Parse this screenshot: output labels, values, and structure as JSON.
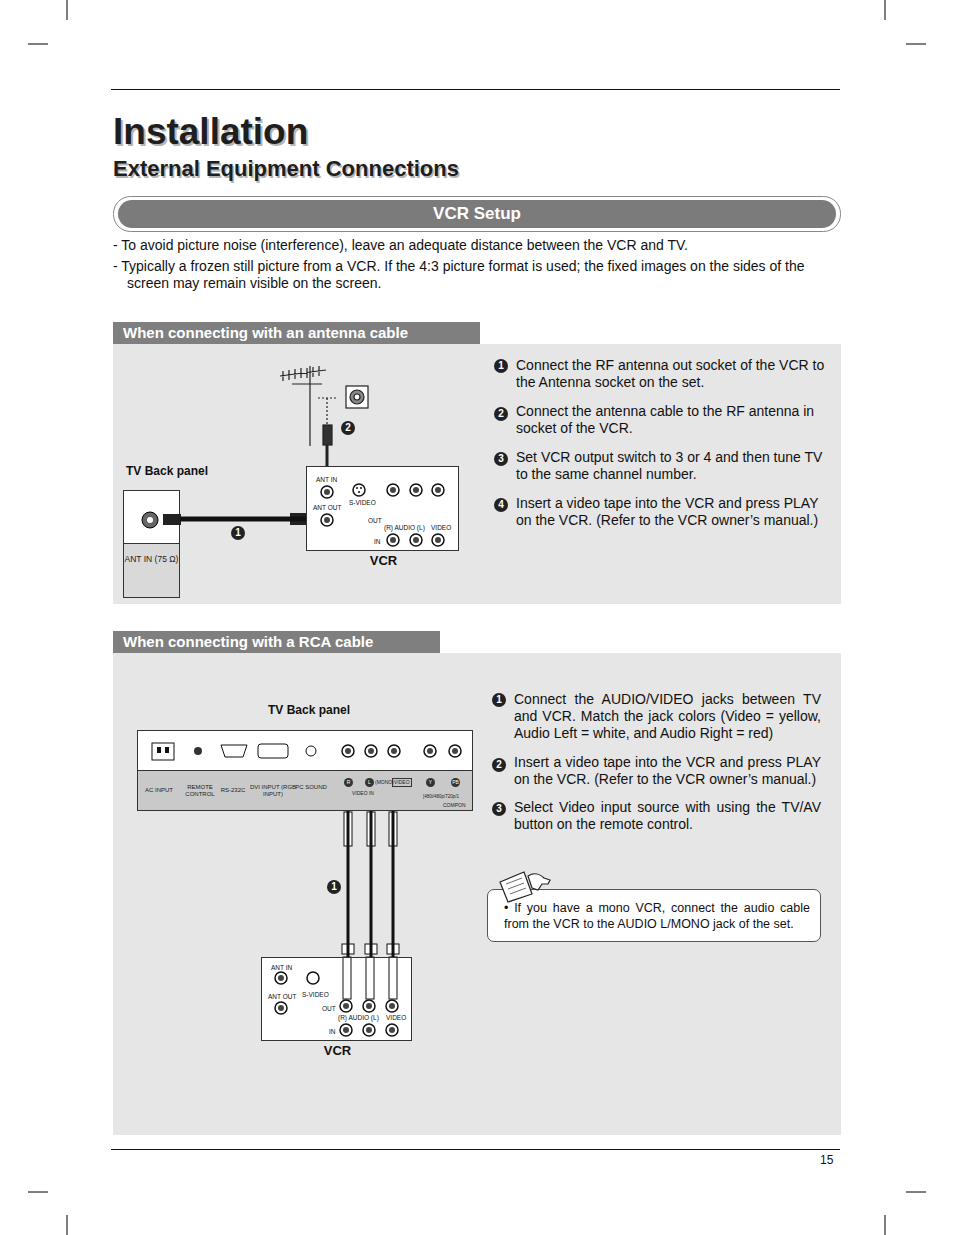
{
  "diagram": {
    "title": "Installation",
    "nodes": [
      {
        "text": [
          "VCR Setup"
        ]
      },
      {
        "text": [
          "When connecting with an antenna cable"
        ]
      },
      {
        "text": [
          "ANT IN (75 Ω)"
        ],
        "in": 1
      },
      {
        "text": [
          "ANT IN",
          "S-VIDEO",
          "ANT OUT",
          "OUT",
          "(R) AUDIO (L)",
          "VIDEO",
          "IN",
          "VCR"
        ],
        "in": 1
      },
      {
        "text": [
          "When connecting with a RCA cable"
        ]
      },
      {
        "text": [
          "AC INPUT",
          "REMOTE CONTROL",
          "RS-232C",
          "DVI INPUT (RGB INPUT)",
          "PC SOUND",
          "R",
          "L",
          "(MONO)",
          "VIDEO",
          "VIDEO IN",
          "Y",
          "PB",
          "[480i/480p/720p/1",
          "COMPON"
        ],
        "in": 4
      },
      {
        "text": [
          "ANT IN",
          "S-VIDEO",
          "ANT OUT",
          "OUT",
          "(R) AUDIO (L)",
          "VIDEO",
          "IN",
          "VCR"
        ],
        "in": 4
      },
      {
        "text": [
          "• If you have a mono VCR, connect the audio cable from the VCR to the AUDIO L/MONO jack of the set."
        ],
        "in": 4
      }
    ],
    "edges": [
      {
        "from": 2,
        "to": 3,
        "arrow": "none"
      },
      {
        "from": 5,
        "to": 6,
        "arrow": "none"
      },
      {
        "from": 5,
        "to": 6,
        "arrow": "none"
      },
      {
        "from": 5,
        "to": 6,
        "arrow": "none"
      }
    ],
    "labels": [
      "External Equipment Connections",
      "- To avoid picture noise (interference), leave an adequate distance between the VCR and TV.",
      "- Typically a frozen still picture from a VCR. If the 4:3 picture format is used; the fixed images on the sides of the screen may remain visible on the screen.",
      "TV Back panel",
      "2",
      "1",
      "1",
      "Connect the RF antenna out socket of the VCR to the Antenna socket on the set.",
      "2",
      "Connect the antenna cable to the RF antenna in socket of the VCR.",
      "3",
      "Set VCR output switch to 3 or 4 and then tune TV to the same channel number.",
      "4",
      "Insert a video tape into the VCR and press PLAY on the VCR. (Refer to the VCR owner’s manual.)",
      "TV Back panel",
      "1",
      "1",
      "Connect the AUDIO/VIDEO jacks between TV and VCR. Match the jack colors (Video = yellow, Audio Left = white, and Audio Right = red)",
      "2",
      "Insert a video tape into the VCR and press PLAY on the VCR. (Refer to the VCR owner’s manual.)",
      "3",
      "Select Video input source with using the TV/AV button on the remote control.",
      "15"
    ]
  }
}
